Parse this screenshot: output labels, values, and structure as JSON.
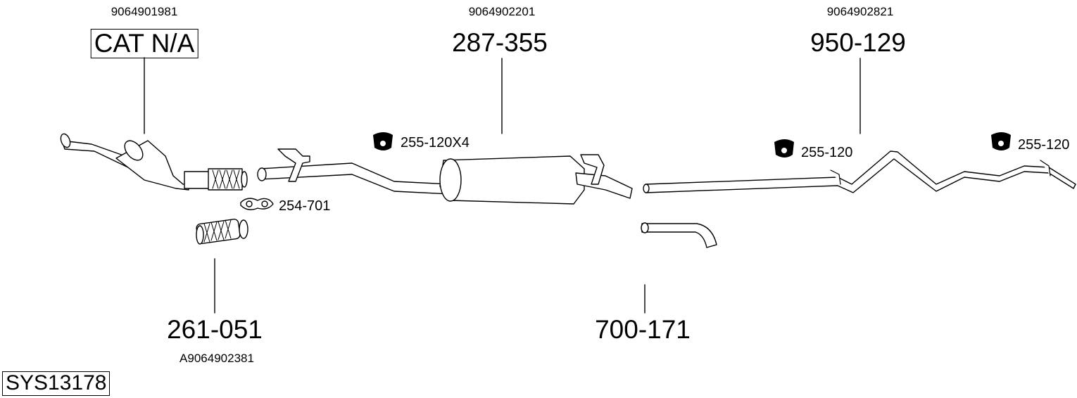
{
  "sheet_id": "SYS13178",
  "parts": {
    "catalyst": {
      "oe": "9064901981",
      "ref": "CAT N/A"
    },
    "middle_silencer": {
      "oe": "9064902201",
      "ref": "287-355"
    },
    "tail_pipe": {
      "oe": "9064902821",
      "ref": "950-129"
    },
    "flex_pipe": {
      "oe": "A9064902381",
      "ref": "261-051"
    },
    "connector_pipe": {
      "ref": "700-171"
    }
  },
  "accessories": {
    "clamp": "254-701",
    "rubber_mount_x4": "255-120X4",
    "rubber_mount_a": "255-120",
    "rubber_mount_b": "255-120"
  }
}
